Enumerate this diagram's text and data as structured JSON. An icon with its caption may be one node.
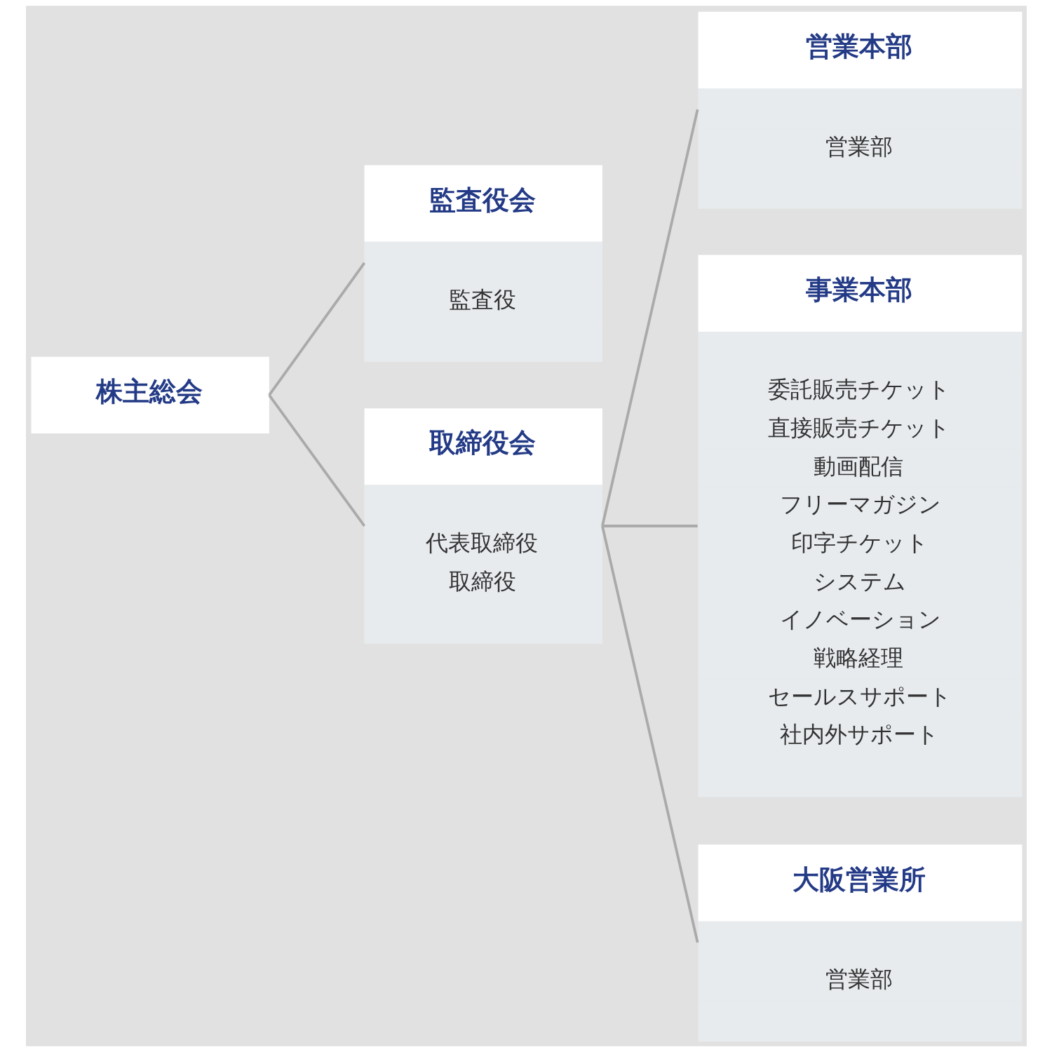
{
  "diagram": {
    "nodes": [
      {
        "text": [
          "株主総会"
        ]
      },
      {
        "text": [
          "監査役会",
          "監査役"
        ]
      },
      {
        "text": [
          "取締役会",
          "代表取締役",
          "取締役"
        ]
      },
      {
        "text": [
          "営業本部",
          "営業部"
        ]
      },
      {
        "text": [
          "事業本部",
          "委託販売チケット",
          "直接販売チケット",
          "動画配信",
          "フリーマガジン",
          "印字チケット",
          "システム",
          "イノベーション",
          "戦略経理",
          "セールスサポート",
          "社内外サポート"
        ]
      },
      {
        "text": [
          "大阪営業所",
          "営業部"
        ]
      }
    ],
    "edges": [
      {
        "from": 0,
        "to": 1,
        "arrow": "none"
      },
      {
        "from": 0,
        "to": 2,
        "arrow": "none"
      },
      {
        "from": 2,
        "to": 3,
        "arrow": "none"
      },
      {
        "from": 2,
        "to": 4,
        "arrow": "none"
      },
      {
        "from": 2,
        "to": 5,
        "arrow": "none"
      }
    ]
  }
}
